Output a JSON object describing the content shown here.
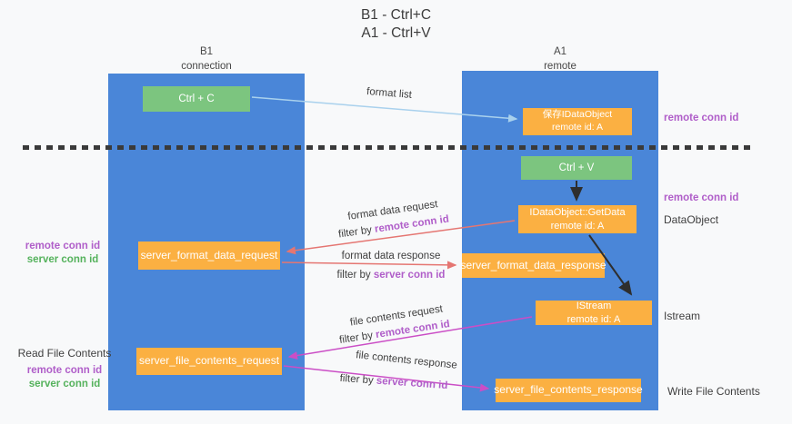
{
  "title": {
    "line1": "B1 - Ctrl+C",
    "line2": "A1 - Ctrl+V"
  },
  "lanes": {
    "left": {
      "title": "B1",
      "subtitle": "connection"
    },
    "right": {
      "title": "A1",
      "subtitle": "remote"
    }
  },
  "nodes": {
    "ctrl_c": {
      "label": "Ctrl + C"
    },
    "ctrl_v": {
      "label": "Ctrl + V"
    },
    "save_idataobject": {
      "line1": "保存IDataObject",
      "line2": "remote id: A"
    },
    "getdata": {
      "line1": "IDataObject::GetData",
      "line2": "remote id: A"
    },
    "istream": {
      "line1": "IStream",
      "line2": "remote id: A"
    },
    "format_request": {
      "label": "server_format_data_request"
    },
    "format_response": {
      "label": "server_format_data_response"
    },
    "file_request": {
      "label": "server_file_contents_request"
    },
    "file_response": {
      "label": "server_file_contents_response"
    }
  },
  "edges": {
    "format_list": {
      "label": "format list"
    },
    "format_data_request": {
      "label": "format data request",
      "filter_prefix": "filter by ",
      "filter_key": "remote conn id"
    },
    "format_data_response": {
      "label": "format data response",
      "filter_prefix": "filter by ",
      "filter_key": "server conn id"
    },
    "file_contents_request": {
      "label": "file contents request",
      "filter_prefix": "filter by ",
      "filter_key": "remote conn id"
    },
    "file_contents_response": {
      "label": "file contents response",
      "filter_prefix": "filter by ",
      "filter_key": "server conn id"
    }
  },
  "annotations": {
    "left_format": {
      "line1": "remote conn id",
      "line2": "server conn id"
    },
    "left_file": {
      "title": "Read File Contents",
      "line1": "remote conn id",
      "line2": "server conn id"
    },
    "right_top": {
      "label": "remote conn id"
    },
    "right_dataobject": {
      "key": "remote conn id",
      "label": "DataObject"
    },
    "right_istream": {
      "label": "Istream"
    },
    "right_write": {
      "label": "Write File Contents"
    }
  },
  "colors": {
    "lane_blue": "#4a86d8",
    "node_orange": "#fbb042",
    "node_green": "#7cc57f",
    "arrow_lightblue": "#a9d1ed",
    "arrow_red": "#e57672",
    "arrow_magenta": "#cb4ec6",
    "arrow_black": "#2e2e2e",
    "text_purple": "#b05ec9",
    "text_green": "#55b25c",
    "text_dark": "#3f3f3f",
    "background": "#f8f9fa"
  }
}
